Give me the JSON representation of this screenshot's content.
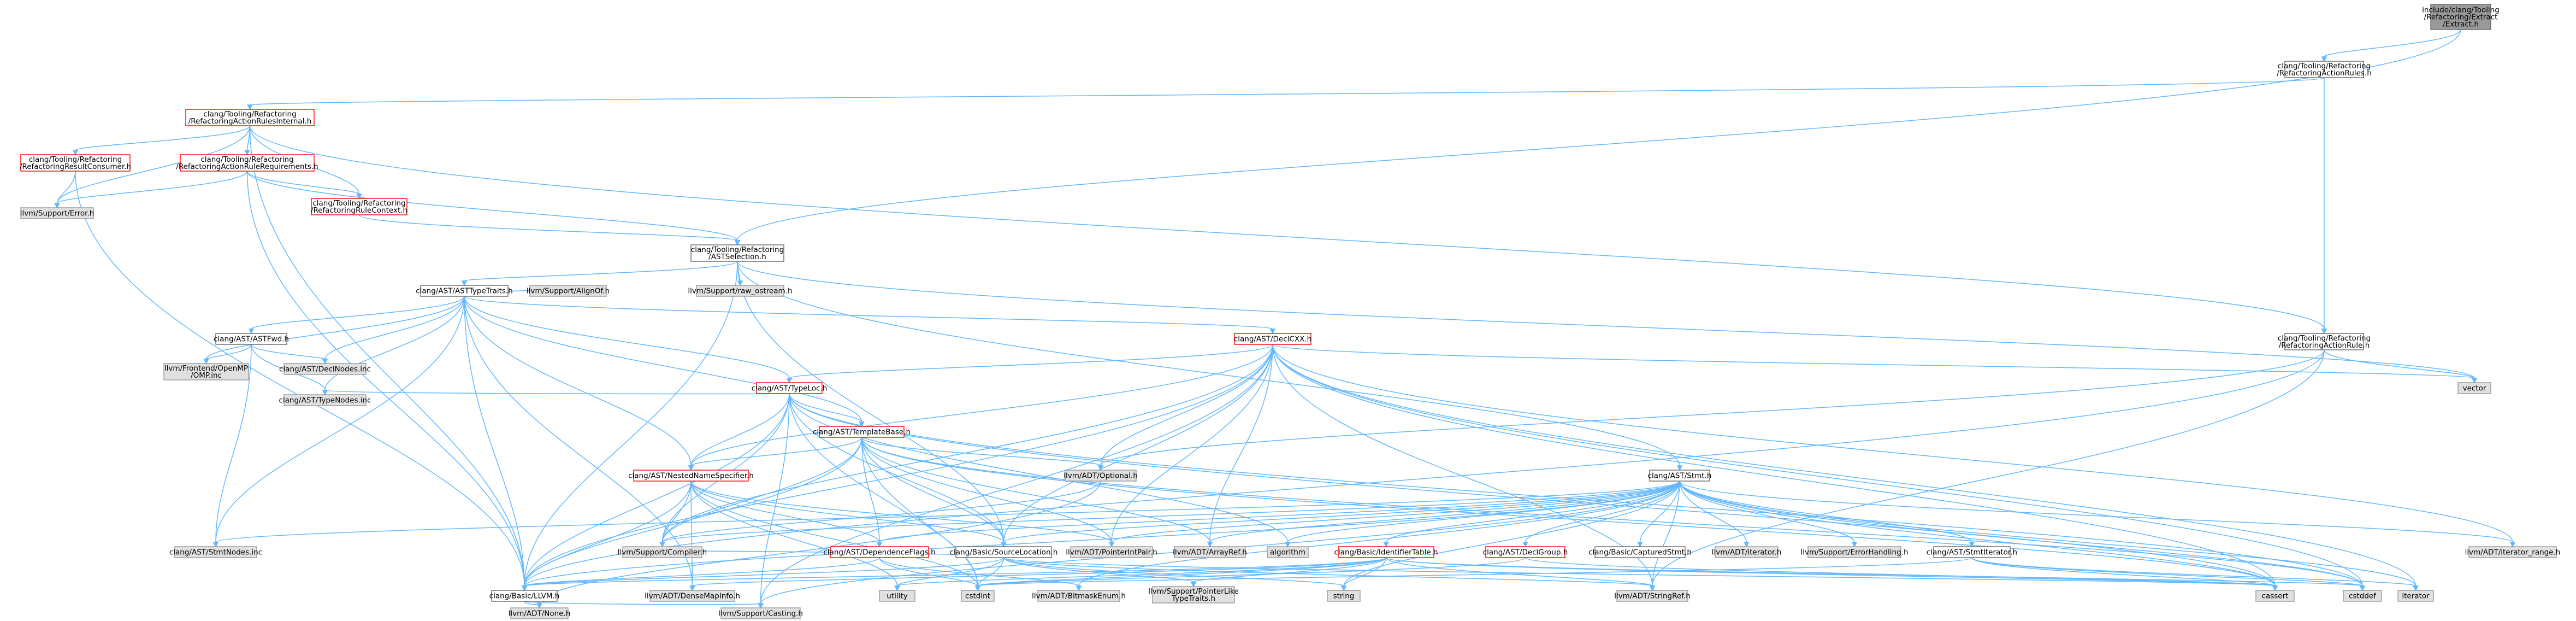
{
  "graph": {
    "nodes": [
      {
        "id": "root",
        "lines": [
          "include/clang/Tooling",
          "/Refactoring/Extract",
          "/Extract.h"
        ],
        "style": "hl"
      },
      {
        "id": "actionrules",
        "lines": [
          "clang/Tooling/Refactoring",
          "/RefactoringActionRules.h"
        ],
        "style": "plain"
      },
      {
        "id": "actionrulesinternal",
        "lines": [
          "clang/Tooling/Refactoring",
          "/RefactoringActionRulesInternal.h"
        ],
        "style": "red"
      },
      {
        "id": "resultconsumer",
        "lines": [
          "clang/Tooling/Refactoring",
          "/RefactoringResultConsumer.h"
        ],
        "style": "red"
      },
      {
        "id": "rulerequirements",
        "lines": [
          "clang/Tooling/Refactoring",
          "/RefactoringActionRuleRequirements.h"
        ],
        "style": "red"
      },
      {
        "id": "llvmerror",
        "lines": [
          "llvm/Support/Error.h"
        ],
        "style": "gray"
      },
      {
        "id": "rulecontext",
        "lines": [
          "clang/Tooling/Refactoring",
          "/RefactoringRuleContext.h"
        ],
        "style": "red"
      },
      {
        "id": "astselection",
        "lines": [
          "clang/Tooling/Refactoring",
          "/ASTSelection.h"
        ],
        "style": "plain"
      },
      {
        "id": "rawostream",
        "lines": [
          "llvm/Support/raw_ostream.h"
        ],
        "style": "gray"
      },
      {
        "id": "asttypetraits",
        "lines": [
          "clang/AST/ASTTypeTraits.h"
        ],
        "style": "plain"
      },
      {
        "id": "alignof",
        "lines": [
          "llvm/Support/AlignOf.h"
        ],
        "style": "gray"
      },
      {
        "id": "astfwd",
        "lines": [
          "clang/AST/ASTFwd.h"
        ],
        "style": "plain"
      },
      {
        "id": "openmp",
        "lines": [
          "llvm/Frontend/OpenMP",
          "/OMP.inc"
        ],
        "style": "gray"
      },
      {
        "id": "declnodes",
        "lines": [
          "clang/AST/DeclNodes.inc"
        ],
        "style": "gray"
      },
      {
        "id": "typenodes",
        "lines": [
          "clang/AST/TypeNodes.inc"
        ],
        "style": "gray"
      },
      {
        "id": "declcxx",
        "lines": [
          "clang/AST/DeclCXX.h"
        ],
        "style": "red"
      },
      {
        "id": "typeloc",
        "lines": [
          "clang/AST/TypeLoc.h"
        ],
        "style": "red"
      },
      {
        "id": "templatebase",
        "lines": [
          "clang/AST/TemplateBase.h"
        ],
        "style": "red"
      },
      {
        "id": "nestednamespec",
        "lines": [
          "clang/AST/NestedNameSpecifier.h"
        ],
        "style": "red"
      },
      {
        "id": "optional",
        "lines": [
          "llvm/ADT/Optional.h"
        ],
        "style": "gray"
      },
      {
        "id": "stmt",
        "lines": [
          "clang/AST/Stmt.h"
        ],
        "style": "plain"
      },
      {
        "id": "actionrule",
        "lines": [
          "clang/Tooling/Refactoring",
          "/RefactoringActionRule.h"
        ],
        "style": "plain"
      },
      {
        "id": "vector",
        "lines": [
          "vector"
        ],
        "style": "gray"
      },
      {
        "id": "stmtnodes",
        "lines": [
          "clang/AST/StmtNodes.inc"
        ],
        "style": "gray"
      },
      {
        "id": "compiler",
        "lines": [
          "llvm/Support/Compiler.h"
        ],
        "style": "gray"
      },
      {
        "id": "dependenceflags",
        "lines": [
          "clang/AST/DependenceFlags.h"
        ],
        "style": "red"
      },
      {
        "id": "sourcelocation",
        "lines": [
          "clang/Basic/SourceLocation.h"
        ],
        "style": "plain"
      },
      {
        "id": "pointerintpair",
        "lines": [
          "llvm/ADT/PointerIntPair.h"
        ],
        "style": "gray"
      },
      {
        "id": "arrayref",
        "lines": [
          "llvm/ADT/ArrayRef.h"
        ],
        "style": "gray"
      },
      {
        "id": "algorithm",
        "lines": [
          "algorithm"
        ],
        "style": "gray"
      },
      {
        "id": "identifiertable",
        "lines": [
          "clang/Basic/IdentifierTable.h"
        ],
        "style": "red"
      },
      {
        "id": "declgroup",
        "lines": [
          "clang/AST/DeclGroup.h"
        ],
        "style": "red"
      },
      {
        "id": "capturedstmt",
        "lines": [
          "clang/Basic/CapturedStmt.h"
        ],
        "style": "plain"
      },
      {
        "id": "iteratorh",
        "lines": [
          "llvm/ADT/iterator.h"
        ],
        "style": "gray"
      },
      {
        "id": "errorhandling",
        "lines": [
          "llvm/Support/ErrorHandling.h"
        ],
        "style": "gray"
      },
      {
        "id": "stmtiterator",
        "lines": [
          "clang/AST/StmtIterator.h"
        ],
        "style": "plain"
      },
      {
        "id": "iteratorrange",
        "lines": [
          "llvm/ADT/iterator_range.h"
        ],
        "style": "gray"
      },
      {
        "id": "cassert",
        "lines": [
          "cassert"
        ],
        "style": "gray"
      },
      {
        "id": "cstddef",
        "lines": [
          "cstddef"
        ],
        "style": "gray"
      },
      {
        "id": "iterator",
        "lines": [
          "iterator"
        ],
        "style": "gray"
      },
      {
        "id": "basicllvm",
        "lines": [
          "clang/Basic/LLVM.h"
        ],
        "style": "plain"
      },
      {
        "id": "densemapinfo",
        "lines": [
          "llvm/ADT/DenseMapInfo.h"
        ],
        "style": "gray"
      },
      {
        "id": "utility",
        "lines": [
          "utility"
        ],
        "style": "gray"
      },
      {
        "id": "cstdint",
        "lines": [
          "cstdint"
        ],
        "style": "gray"
      },
      {
        "id": "bitmaskenum",
        "lines": [
          "llvm/ADT/BitmaskEnum.h"
        ],
        "style": "gray"
      },
      {
        "id": "pointerliketypetraits",
        "lines": [
          "llvm/Support/PointerLike",
          "TypeTraits.h"
        ],
        "style": "gray"
      },
      {
        "id": "string",
        "lines": [
          "string"
        ],
        "style": "gray"
      },
      {
        "id": "stringref",
        "lines": [
          "llvm/ADT/StringRef.h"
        ],
        "style": "gray"
      },
      {
        "id": "none",
        "lines": [
          "llvm/ADT/None.h"
        ],
        "style": "gray"
      },
      {
        "id": "casting",
        "lines": [
          "llvm/Support/Casting.h"
        ],
        "style": "gray"
      }
    ],
    "edges": [
      [
        "root",
        "actionrules"
      ],
      [
        "root",
        "astselection"
      ],
      [
        "actionrules",
        "actionrulesinternal"
      ],
      [
        "actionrules",
        "actionrule"
      ],
      [
        "actionrulesinternal",
        "resultconsumer"
      ],
      [
        "actionrulesinternal",
        "rulerequirements"
      ],
      [
        "actionrulesinternal",
        "rulecontext"
      ],
      [
        "actionrulesinternal",
        "actionrule"
      ],
      [
        "actionrulesinternal",
        "basicllvm"
      ],
      [
        "actionrulesinternal",
        "llvmerror"
      ],
      [
        "resultconsumer",
        "llvmerror"
      ],
      [
        "resultconsumer",
        "basicllvm"
      ],
      [
        "rulerequirements",
        "llvmerror"
      ],
      [
        "rulerequirements",
        "rulecontext"
      ],
      [
        "rulerequirements",
        "astselection"
      ],
      [
        "rulerequirements",
        "basicllvm"
      ],
      [
        "rulecontext",
        "astselection"
      ],
      [
        "astselection",
        "asttypetraits"
      ],
      [
        "astselection",
        "rawostream"
      ],
      [
        "astselection",
        "stmt"
      ],
      [
        "astselection",
        "vector"
      ],
      [
        "astselection",
        "basicllvm"
      ],
      [
        "astselection",
        "sourcelocation"
      ],
      [
        "asttypetraits",
        "astfwd"
      ],
      [
        "asttypetraits",
        "alignof"
      ],
      [
        "asttypetraits",
        "declcxx"
      ],
      [
        "asttypetraits",
        "typeloc"
      ],
      [
        "asttypetraits",
        "templatebase"
      ],
      [
        "asttypetraits",
        "nestednamespec"
      ],
      [
        "asttypetraits",
        "openmp"
      ],
      [
        "asttypetraits",
        "declnodes"
      ],
      [
        "asttypetraits",
        "typenodes"
      ],
      [
        "asttypetraits",
        "stmtnodes"
      ],
      [
        "asttypetraits",
        "basicllvm"
      ],
      [
        "asttypetraits",
        "densemapinfo"
      ],
      [
        "astfwd",
        "declnodes"
      ],
      [
        "astfwd",
        "typenodes"
      ],
      [
        "astfwd",
        "stmtnodes"
      ],
      [
        "astfwd",
        "openmp"
      ],
      [
        "declcxx",
        "typeloc"
      ],
      [
        "declcxx",
        "nestednamespec"
      ],
      [
        "declcxx",
        "sourcelocation"
      ],
      [
        "declcxx",
        "basicllvm"
      ],
      [
        "declcxx",
        "compiler"
      ],
      [
        "declcxx",
        "pointerintpair"
      ],
      [
        "declcxx",
        "arrayref"
      ],
      [
        "declcxx",
        "optional"
      ],
      [
        "declcxx",
        "vector"
      ],
      [
        "declcxx",
        "cassert"
      ],
      [
        "declcxx",
        "cstddef"
      ],
      [
        "declcxx",
        "iterator"
      ],
      [
        "declcxx",
        "iteratorrange"
      ],
      [
        "declcxx",
        "stringref"
      ],
      [
        "declcxx",
        "casting"
      ],
      [
        "typeloc",
        "templatebase"
      ],
      [
        "typeloc",
        "nestednamespec"
      ],
      [
        "typeloc",
        "typenodes"
      ],
      [
        "typeloc",
        "sourcelocation"
      ],
      [
        "typeloc",
        "basicllvm"
      ],
      [
        "typeloc",
        "compiler"
      ],
      [
        "typeloc",
        "algorithm"
      ],
      [
        "typeloc",
        "cassert"
      ],
      [
        "typeloc",
        "cstdint"
      ],
      [
        "typeloc",
        "casting"
      ],
      [
        "typeloc",
        "cstddef"
      ],
      [
        "templatebase",
        "nestednamespec"
      ],
      [
        "templatebase",
        "dependenceflags"
      ],
      [
        "templatebase",
        "optional"
      ],
      [
        "templatebase",
        "sourcelocation"
      ],
      [
        "templatebase",
        "basicllvm"
      ],
      [
        "templatebase",
        "compiler"
      ],
      [
        "templatebase",
        "arrayref"
      ],
      [
        "templatebase",
        "pointerintpair"
      ],
      [
        "templatebase",
        "cassert"
      ],
      [
        "templatebase",
        "cstdint"
      ],
      [
        "templatebase",
        "cstddef"
      ],
      [
        "nestednamespec",
        "dependenceflags"
      ],
      [
        "nestednamespec",
        "sourcelocation"
      ],
      [
        "nestednamespec",
        "basicllvm"
      ],
      [
        "nestednamespec",
        "compiler"
      ],
      [
        "nestednamespec",
        "pointerintpair"
      ],
      [
        "nestednamespec",
        "densemapinfo"
      ],
      [
        "nestednamespec",
        "cstdint"
      ],
      [
        "nestednamespec",
        "utility"
      ],
      [
        "optional",
        "compiler"
      ],
      [
        "optional",
        "none"
      ],
      [
        "stmt",
        "dependenceflags"
      ],
      [
        "stmt",
        "stmtnodes"
      ],
      [
        "stmt",
        "sourcelocation"
      ],
      [
        "stmt",
        "identifiertable"
      ],
      [
        "stmt",
        "declgroup"
      ],
      [
        "stmt",
        "capturedstmt"
      ],
      [
        "stmt",
        "iteratorh"
      ],
      [
        "stmt",
        "errorhandling"
      ],
      [
        "stmt",
        "stmtiterator"
      ],
      [
        "stmt",
        "iteratorrange"
      ],
      [
        "stmt",
        "basicllvm"
      ],
      [
        "stmt",
        "compiler"
      ],
      [
        "stmt",
        "pointerintpair"
      ],
      [
        "stmt",
        "arrayref"
      ],
      [
        "stmt",
        "algorithm"
      ],
      [
        "stmt",
        "cassert"
      ],
      [
        "stmt",
        "cstddef"
      ],
      [
        "stmt",
        "iterator"
      ],
      [
        "stmt",
        "string"
      ],
      [
        "stmt",
        "stringref"
      ],
      [
        "stmt",
        "casting"
      ],
      [
        "stmt",
        "bitmaskenum"
      ],
      [
        "actionrule",
        "basicllvm"
      ],
      [
        "actionrule",
        "vector"
      ],
      [
        "actionrule",
        "stringref"
      ],
      [
        "actionrule",
        "optional"
      ],
      [
        "dependenceflags",
        "bitmaskenum"
      ],
      [
        "dependenceflags",
        "cstdint"
      ],
      [
        "dependenceflags",
        "basicllvm"
      ],
      [
        "sourcelocation",
        "basicllvm"
      ],
      [
        "sourcelocation",
        "compiler"
      ],
      [
        "sourcelocation",
        "pointerliketypetraits"
      ],
      [
        "sourcelocation",
        "cassert"
      ],
      [
        "sourcelocation",
        "cstdint"
      ],
      [
        "sourcelocation",
        "string"
      ],
      [
        "sourcelocation",
        "utility"
      ],
      [
        "sourcelocation",
        "stringref"
      ],
      [
        "identifiertable",
        "basicllvm"
      ],
      [
        "identifiertable",
        "densemapinfo"
      ],
      [
        "identifiertable",
        "pointerliketypetraits"
      ],
      [
        "identifiertable",
        "stringref"
      ],
      [
        "identifiertable",
        "cassert"
      ],
      [
        "identifiertable",
        "cstddef"
      ],
      [
        "identifiertable",
        "cstdint"
      ],
      [
        "identifiertable",
        "string"
      ],
      [
        "identifiertable",
        "utility"
      ],
      [
        "declgroup",
        "cassert"
      ],
      [
        "declgroup",
        "cstdint"
      ],
      [
        "stmtiterator",
        "cassert"
      ],
      [
        "stmtiterator",
        "cstddef"
      ],
      [
        "stmtiterator",
        "cstdint"
      ],
      [
        "stmtiterator",
        "iterator"
      ],
      [
        "basicllvm",
        "none"
      ],
      [
        "basicllvm",
        "casting"
      ]
    ]
  }
}
